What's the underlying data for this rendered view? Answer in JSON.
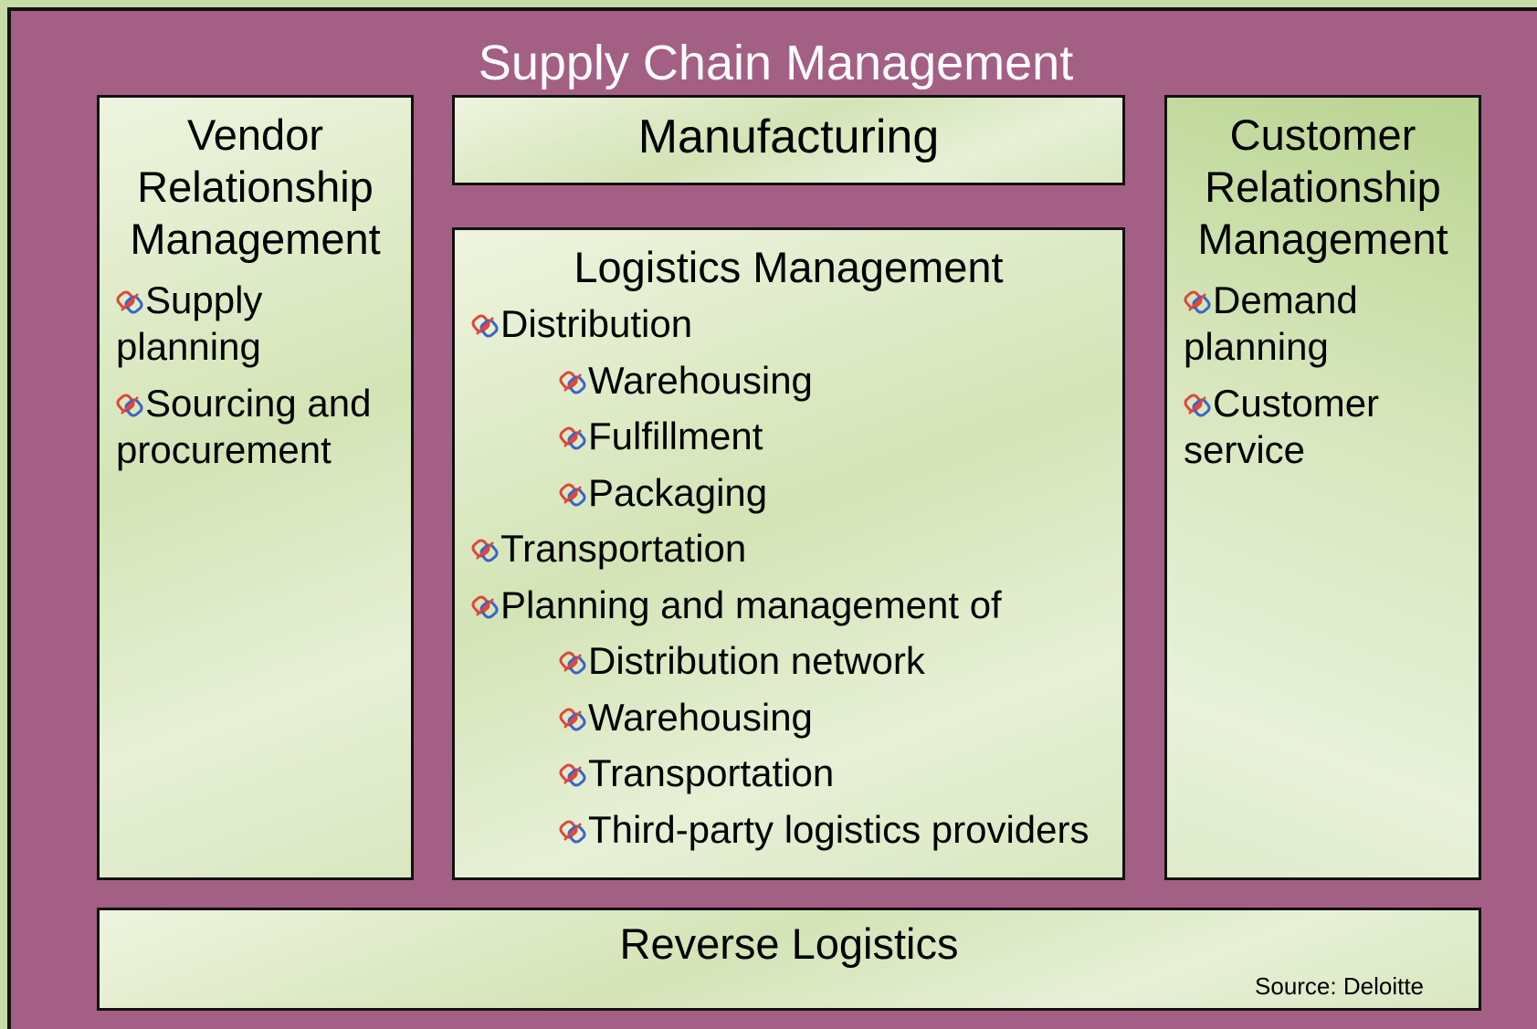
{
  "title": "Supply Chain Management",
  "vendor": {
    "title_lines": [
      "Vendor",
      "Relationship",
      "Management"
    ],
    "items": [
      {
        "first": "Supply",
        "rest": "planning"
      },
      {
        "first": "Sourcing and",
        "rest": "procurement"
      }
    ]
  },
  "manufacturing": {
    "title": "Manufacturing"
  },
  "logistics": {
    "title": "Logistics Management",
    "items": [
      {
        "text": "Distribution",
        "level": 1
      },
      {
        "text": "Warehousing",
        "level": 2
      },
      {
        "text": "Fulfillment",
        "level": 2
      },
      {
        "text": "Packaging",
        "level": 2
      },
      {
        "text": "Transportation",
        "level": 1
      },
      {
        "text": "Planning and management of",
        "level": 1
      },
      {
        "text": "Distribution network",
        "level": 2
      },
      {
        "text": "Warehousing",
        "level": 2
      },
      {
        "text": "Transportation",
        "level": 2
      },
      {
        "text": "Third-party logistics providers",
        "level": 2
      }
    ]
  },
  "customer": {
    "title_lines": [
      "Customer",
      "Relationship",
      "Management"
    ],
    "items": [
      {
        "first": "Demand",
        "rest": "planning"
      },
      {
        "first": "Customer",
        "rest": "service"
      }
    ]
  },
  "reverse": {
    "title": "Reverse Logistics",
    "source": "Source:  Deloitte"
  },
  "colors": {
    "frame": "#a45f84",
    "panel": "#dbe8c4",
    "title_text": "#ffffff",
    "bullet_red": "#e0463c",
    "bullet_blue": "#3a63c8"
  },
  "bullet_icon": "chain-link-bullet-icon"
}
